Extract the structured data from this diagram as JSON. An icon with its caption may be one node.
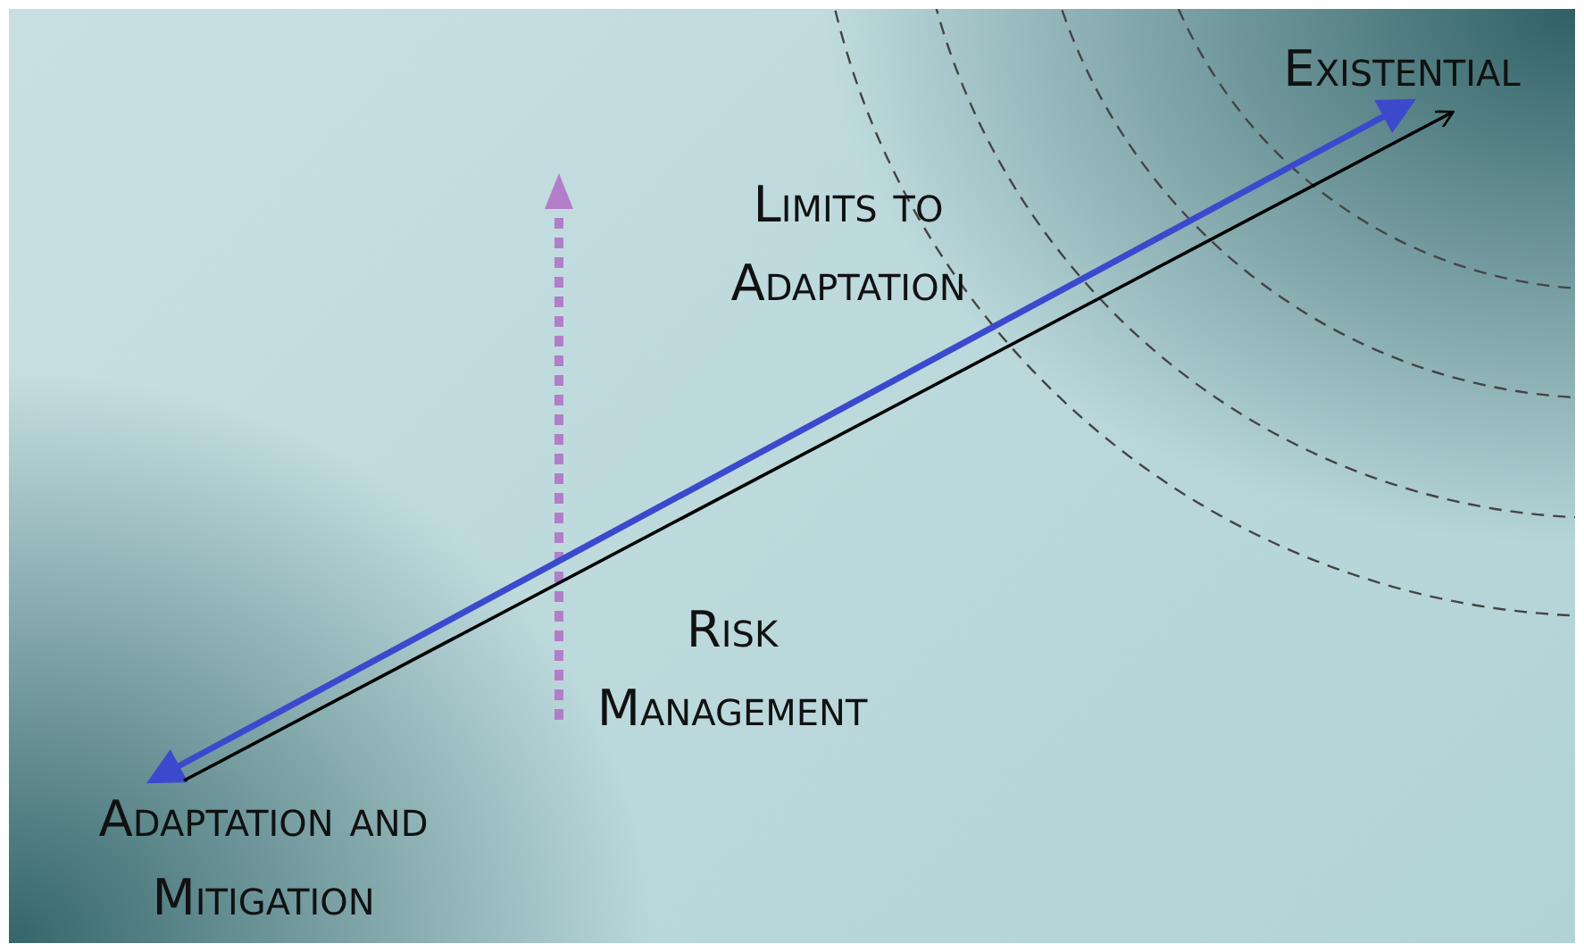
{
  "diagram": {
    "nodes": [
      {
        "text": [
          "Adaptation and Mitigation"
        ]
      },
      {
        "text": [
          "Existential"
        ]
      }
    ],
    "edges": [
      {
        "from": 0,
        "to": 1,
        "arrow": "both",
        "style": "thick",
        "color": "#3b4acc"
      },
      {
        "from": 0,
        "to": 1,
        "arrow": "to",
        "color": "#000000"
      }
    ],
    "labels": [
      "Limits to Adaptation",
      "Risk Management"
    ]
  }
}
